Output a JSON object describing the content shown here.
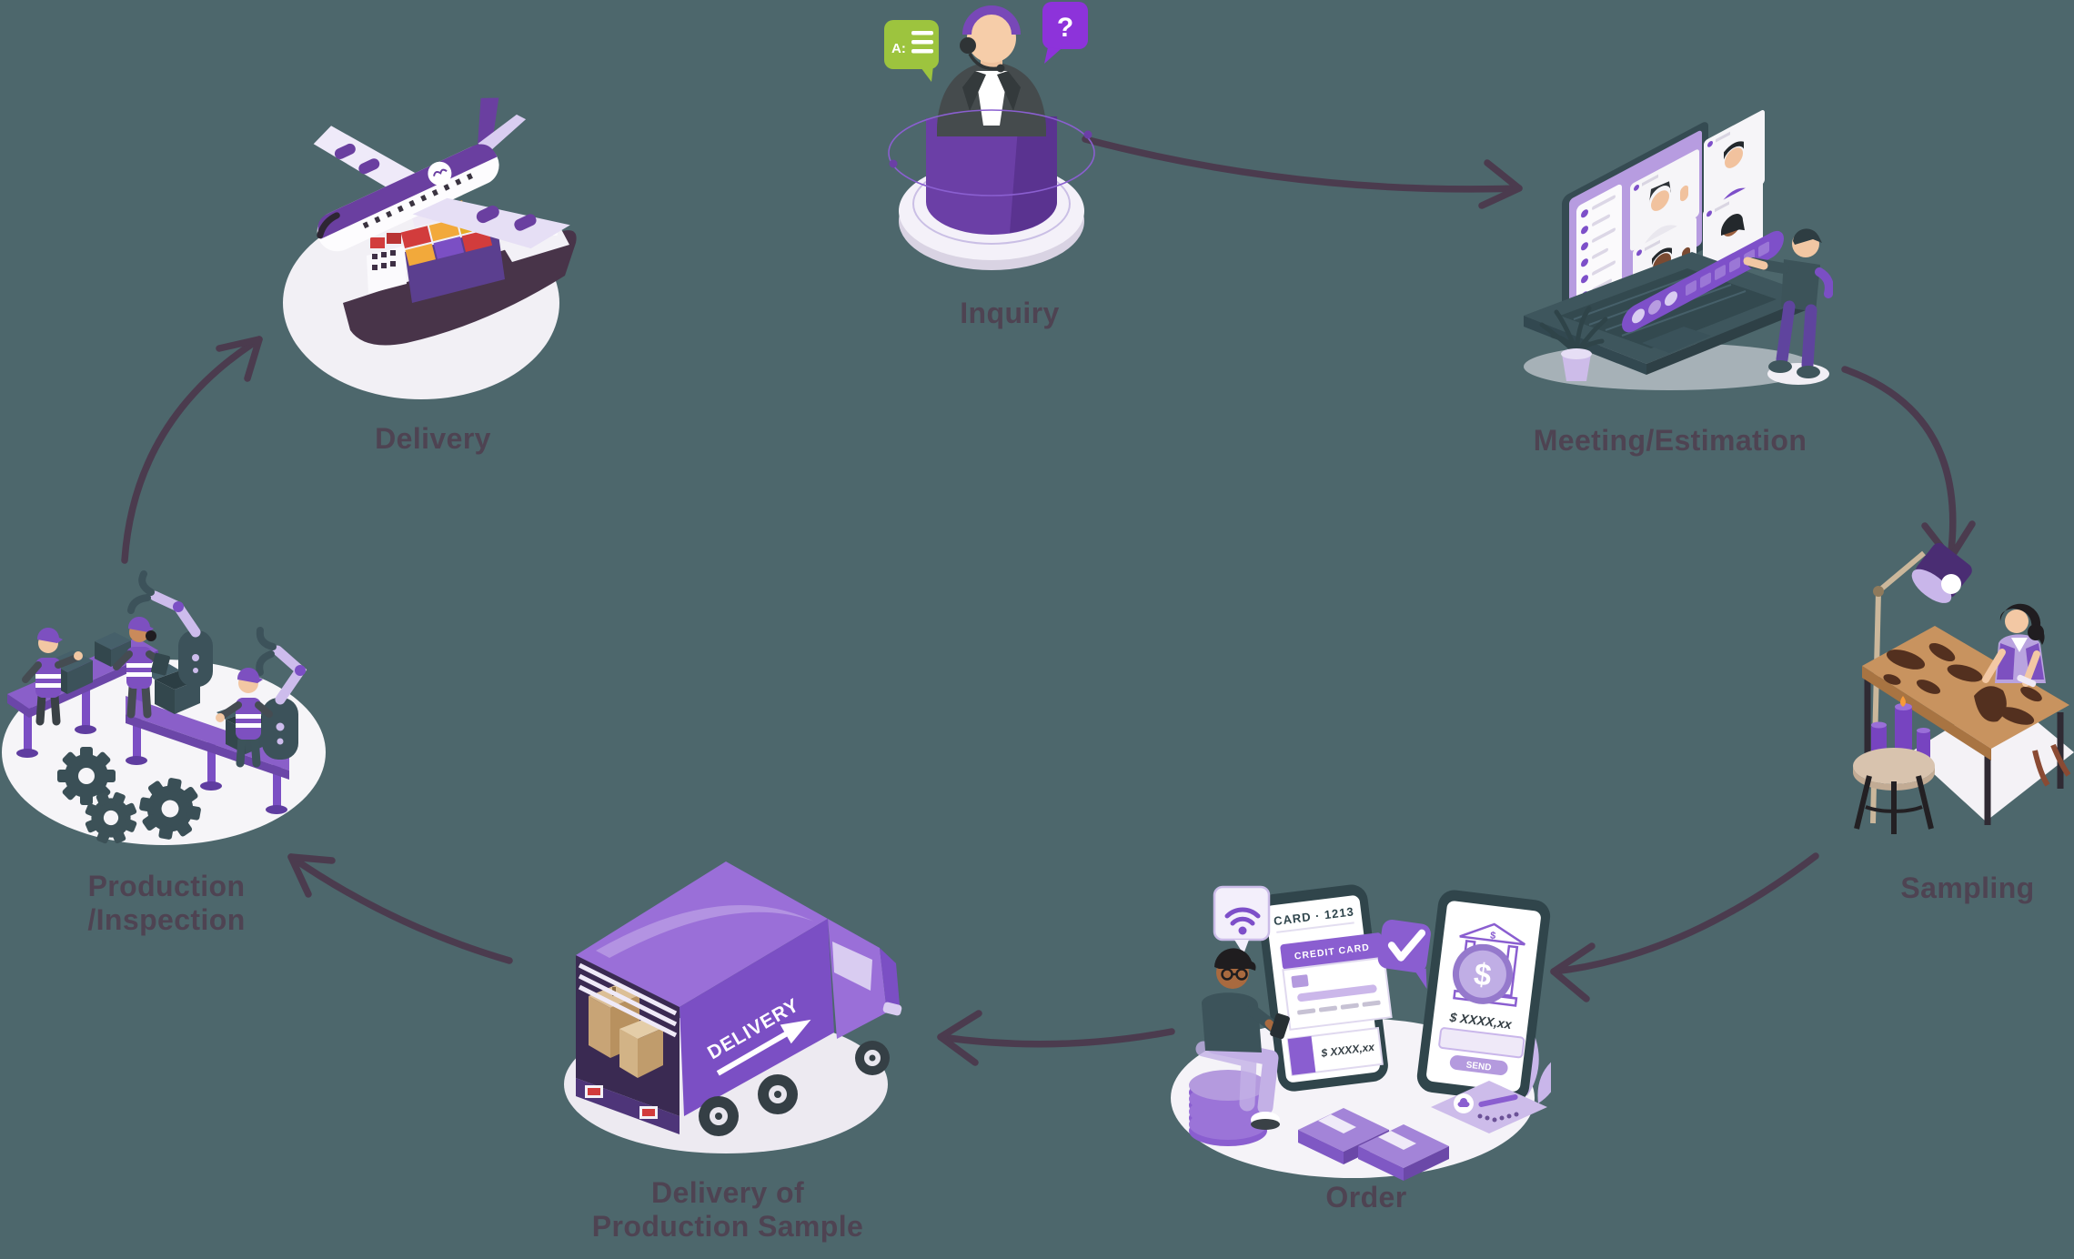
{
  "colors": {
    "background": "#4d676c",
    "arrow": "#4b3b4e",
    "label_text": "#4e4352",
    "accent_purple": "#7b4fc4",
    "lavender": "#c9b6ea",
    "platform_white": "#f4f1f9"
  },
  "flow": {
    "stages": [
      {
        "id": "inquiry",
        "label": "Inquiry"
      },
      {
        "id": "meeting",
        "label": "Meeting/Estimation"
      },
      {
        "id": "sampling",
        "label": "Sampling"
      },
      {
        "id": "order",
        "label": "Order"
      },
      {
        "id": "delivery-sample",
        "label": "Delivery of Production Sample",
        "line1": "Delivery of",
        "line2": "Production Sample"
      },
      {
        "id": "production",
        "label": "Production/Inspection",
        "line1": "Production",
        "line2": "/Inspection"
      },
      {
        "id": "delivery",
        "label": "Delivery"
      }
    ],
    "connections": [
      {
        "from": "Inquiry",
        "to": "Meeting/Estimation"
      },
      {
        "from": "Meeting/Estimation",
        "to": "Sampling"
      },
      {
        "from": "Sampling",
        "to": "Order"
      },
      {
        "from": "Order",
        "to": "Delivery of Production Sample"
      },
      {
        "from": "Delivery of Production Sample",
        "to": "Production/Inspection"
      },
      {
        "from": "Production/Inspection",
        "to": "Delivery"
      }
    ]
  },
  "illustrations": {
    "inquiry": {
      "bubble_left_text": "A:",
      "bubble_right_text": "?"
    },
    "order": {
      "card_header": "CARD · 1213",
      "credit_card_label": "CREDIT CARD",
      "amount_left": "$ XXXX,xx",
      "amount_right": "$ XXXX,xx",
      "send_button": "SEND",
      "coin_symbol": "$",
      "bank_symbol": "$"
    },
    "truck": {
      "side_text": "DELIVERY"
    }
  }
}
